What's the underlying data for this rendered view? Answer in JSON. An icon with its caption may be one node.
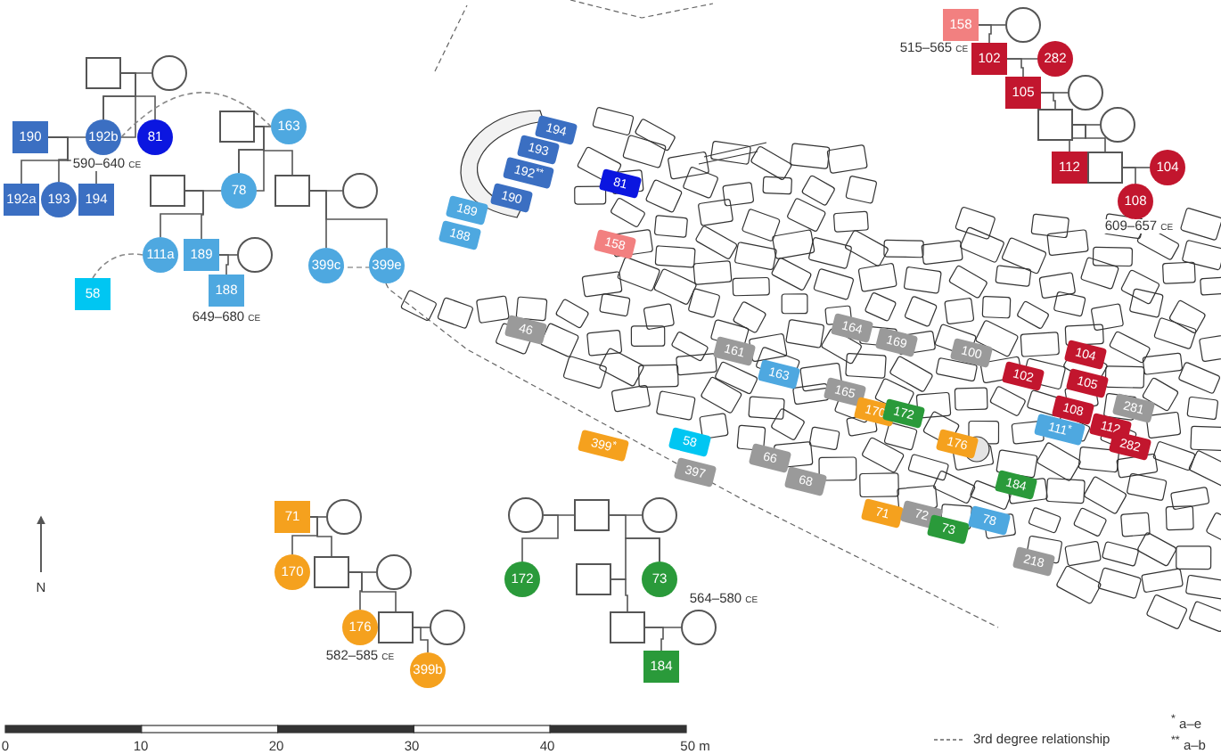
{
  "diagram": {
    "nodes": [
      {
        "text": [],
        "shape": "box"
      },
      {
        "text": [],
        "shape": "circle"
      },
      {
        "text": [
          "190"
        ]
      },
      {
        "text": [
          "192b"
        ],
        "beside": [
          "590–640 ce"
        ]
      },
      {
        "text": [
          "81"
        ]
      },
      {
        "text": [
          "192a"
        ]
      },
      {
        "text": [
          "193"
        ]
      },
      {
        "text": [
          "194"
        ]
      },
      {
        "text": [],
        "shape": "box"
      },
      {
        "text": [
          "163"
        ]
      },
      {
        "text": [],
        "shape": "box"
      },
      {
        "text": [
          "78"
        ]
      },
      {
        "text": [],
        "shape": "box"
      },
      {
        "text": [],
        "shape": "circle"
      },
      {
        "text": [
          "111a"
        ]
      },
      {
        "text": [
          "189"
        ]
      },
      {
        "text": [],
        "shape": "circle"
      },
      {
        "text": [
          "188"
        ],
        "beside": [
          "649–680 ce"
        ]
      },
      {
        "text": [
          "399c"
        ]
      },
      {
        "text": [
          "399e"
        ]
      },
      {
        "text": [
          "58"
        ]
      },
      {
        "text": [
          "158"
        ],
        "beside": [
          "515–565 ce"
        ]
      },
      {
        "text": [],
        "shape": "circle"
      },
      {
        "text": [
          "102"
        ]
      },
      {
        "text": [
          "282"
        ]
      },
      {
        "text": [
          "105"
        ]
      },
      {
        "text": [],
        "shape": "circle"
      },
      {
        "text": [],
        "shape": "box"
      },
      {
        "text": [],
        "shape": "circle"
      },
      {
        "text": [
          "112"
        ]
      },
      {
        "text": [],
        "shape": "box"
      },
      {
        "text": [
          "104"
        ]
      },
      {
        "text": [
          "108"
        ],
        "beside": [
          "609–657 ce"
        ]
      },
      {
        "text": [
          "71"
        ]
      },
      {
        "text": [],
        "shape": "circle"
      },
      {
        "text": [
          "170"
        ]
      },
      {
        "text": [],
        "shape": "box"
      },
      {
        "text": [],
        "shape": "circle"
      },
      {
        "text": [
          "176"
        ],
        "beside": [
          "582–585 ce"
        ]
      },
      {
        "text": [],
        "shape": "box"
      },
      {
        "text": [],
        "shape": "circle"
      },
      {
        "text": [
          "399b"
        ]
      },
      {
        "text": [],
        "shape": "circle"
      },
      {
        "text": [],
        "shape": "box"
      },
      {
        "text": [],
        "shape": "circle"
      },
      {
        "text": [
          "172"
        ]
      },
      {
        "text": [],
        "shape": "box"
      },
      {
        "text": [
          "73"
        ],
        "beside": [
          "564–580 ce"
        ]
      },
      {
        "text": [],
        "shape": "box"
      },
      {
        "text": [],
        "shape": "circle"
      },
      {
        "text": [
          "184"
        ]
      },
      {
        "text": [
          "194"
        ]
      },
      {
        "text": [
          "193"
        ]
      },
      {
        "text": [
          "192$^{**}$"
        ]
      },
      {
        "text": [
          "190"
        ]
      },
      {
        "text": [
          "189"
        ]
      },
      {
        "text": [
          "188"
        ]
      },
      {
        "text": [
          "81"
        ]
      },
      {
        "text": [
          "158"
        ]
      },
      {
        "text": [
          "46"
        ]
      },
      {
        "text": [
          "161"
        ]
      },
      {
        "text": [
          "163"
        ]
      },
      {
        "text": [
          "164"
        ]
      },
      {
        "text": [
          "169"
        ]
      },
      {
        "text": [
          "100"
        ]
      },
      {
        "text": [
          "165"
        ]
      },
      {
        "text": [
          "170"
        ]
      },
      {
        "text": [
          "172"
        ]
      },
      {
        "text": [
          "102"
        ]
      },
      {
        "text": [
          "104"
        ]
      },
      {
        "text": [
          "105"
        ]
      },
      {
        "text": [
          "108"
        ]
      },
      {
        "text": [
          "111$^{*}$"
        ]
      },
      {
        "text": [
          "112"
        ]
      },
      {
        "text": [
          "282"
        ]
      },
      {
        "text": [
          "281"
        ]
      },
      {
        "text": [
          "176"
        ]
      },
      {
        "text": [
          "399$^{*}$"
        ]
      },
      {
        "text": [
          "58"
        ]
      },
      {
        "text": [
          "397"
        ]
      },
      {
        "text": [
          "66"
        ]
      },
      {
        "text": [
          "68"
        ]
      },
      {
        "text": [
          "71"
        ]
      },
      {
        "text": [
          "72"
        ]
      },
      {
        "text": [
          "73"
        ]
      },
      {
        "text": [
          "184"
        ]
      },
      {
        "text": [
          "78"
        ]
      },
      {
        "text": [
          "218"
        ]
      }
    ],
    "edges": [
      {
        "from": 0,
        "to": 1,
        "arrow": "none"
      },
      {
        "from": 2,
        "to": 3,
        "arrow": "none"
      },
      {
        "from": 0,
        "to": 3,
        "arrow": "none"
      },
      {
        "from": 0,
        "to": 4,
        "arrow": "none"
      },
      {
        "from": 2,
        "to": 5,
        "arrow": "none"
      },
      {
        "from": 2,
        "to": 6,
        "arrow": "none"
      },
      {
        "from": 2,
        "to": 7,
        "arrow": "none"
      },
      {
        "from": 8,
        "to": 9,
        "arrow": "none"
      },
      {
        "from": 10,
        "to": 11,
        "arrow": "none"
      },
      {
        "from": 12,
        "to": 13,
        "arrow": "none"
      },
      {
        "from": 8,
        "to": 11,
        "arrow": "none"
      },
      {
        "from": 8,
        "to": 12,
        "arrow": "none"
      },
      {
        "from": 10,
        "to": 14,
        "arrow": "none"
      },
      {
        "from": 10,
        "to": 15,
        "arrow": "none"
      },
      {
        "from": 15,
        "to": 16,
        "arrow": "none"
      },
      {
        "from": 15,
        "to": 17,
        "arrow": "none"
      },
      {
        "from": 12,
        "to": 18,
        "arrow": "none"
      },
      {
        "from": 12,
        "to": 19,
        "arrow": "none"
      },
      {
        "from": 3,
        "to": 9,
        "arrow": "none",
        "style": "dashed"
      },
      {
        "from": 14,
        "to": 20,
        "arrow": "none",
        "style": "dashed"
      },
      {
        "from": 21,
        "to": 22,
        "arrow": "none"
      },
      {
        "from": 21,
        "to": 23,
        "arrow": "none"
      },
      {
        "from": 23,
        "to": 24,
        "arrow": "none"
      },
      {
        "from": 23,
        "to": 25,
        "arrow": "none"
      },
      {
        "from": 25,
        "to": 26,
        "arrow": "none"
      },
      {
        "from": 25,
        "to": 27,
        "arrow": "none"
      },
      {
        "from": 27,
        "to": 28,
        "arrow": "none"
      },
      {
        "from": 27,
        "to": 29,
        "arrow": "none"
      },
      {
        "from": 27,
        "to": 30,
        "arrow": "none"
      },
      {
        "from": 30,
        "to": 31,
        "arrow": "none"
      },
      {
        "from": 30,
        "to": 32,
        "arrow": "none"
      },
      {
        "from": 33,
        "to": 34,
        "arrow": "none"
      },
      {
        "from": 33,
        "to": 35,
        "arrow": "none"
      },
      {
        "from": 33,
        "to": 36,
        "arrow": "none"
      },
      {
        "from": 36,
        "to": 37,
        "arrow": "none"
      },
      {
        "from": 36,
        "to": 38,
        "arrow": "none"
      },
      {
        "from": 36,
        "to": 39,
        "arrow": "none"
      },
      {
        "from": 39,
        "to": 40,
        "arrow": "none"
      },
      {
        "from": 39,
        "to": 41,
        "arrow": "none"
      },
      {
        "from": 42,
        "to": 43,
        "arrow": "none"
      },
      {
        "from": 43,
        "to": 44,
        "arrow": "none"
      },
      {
        "from": 42,
        "to": 45,
        "arrow": "none"
      },
      {
        "from": 43,
        "to": 47,
        "arrow": "none"
      },
      {
        "from": 46,
        "to": 47,
        "arrow": "none"
      },
      {
        "from": 46,
        "to": 48,
        "arrow": "none"
      },
      {
        "from": 48,
        "to": 49,
        "arrow": "none"
      },
      {
        "from": 48,
        "to": 50,
        "arrow": "none"
      }
    ],
    "labels": [
      "N",
      "0",
      "10",
      "20",
      "30",
      "40",
      "50 m",
      "$^{*}$ a–e",
      "$^{**}$ a–b"
    ],
    "legend": [
      {
        "text": "3rd degree relationship"
      }
    ]
  }
}
